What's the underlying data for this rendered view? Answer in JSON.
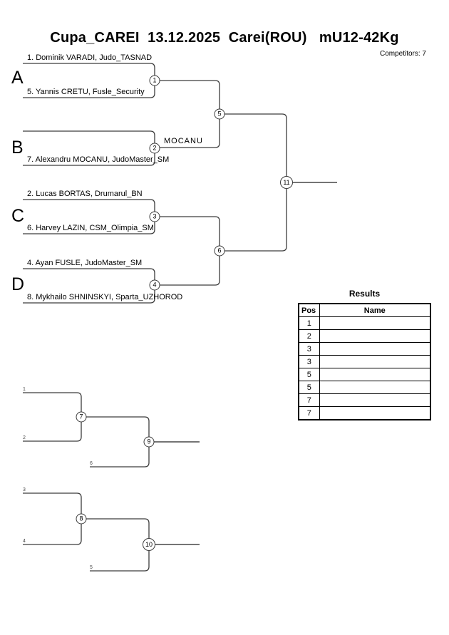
{
  "header": {
    "title": "Cupa_CAREI  13.12.2025  Carei(ROU)   mU12-42Kg",
    "competitors": "Competitors: 7"
  },
  "colors": {
    "line": "#3c3c3c",
    "text": "#000000"
  },
  "bracket": {
    "groups": [
      {
        "letter": "A",
        "top": "1. Dominik VARADI, Judo_TASNAD",
        "bottom": "5. Yannis CRETU, Fusle_Security"
      },
      {
        "letter": "B",
        "top": "",
        "bottom": "7. Alexandru MOCANU, JudoMaster_SM"
      },
      {
        "letter": "C",
        "top": "2. Lucas BORTAS, Drumarul_BN",
        "bottom": "6. Harvey LAZIN, CSM_Olimpia_SM"
      },
      {
        "letter": "D",
        "top": "4. Ayan FUSLE, JudoMaster_SM",
        "bottom": "8. Mykhailo SHNINSKYI, Sparta_UZHOROD"
      }
    ],
    "matches": {
      "c1": "1",
      "c2": "2",
      "c3": "3",
      "c4": "4",
      "c5": "5",
      "c6": "6",
      "c11": "11"
    },
    "winner_label": "MOCANU"
  },
  "repechage": {
    "matches": {
      "c7": "7",
      "c8": "8",
      "c9": "9",
      "c10": "10"
    },
    "refs": {
      "b1_top": "1",
      "b1_bottom": "2",
      "b1_low": "6",
      "b2_top": "3",
      "b2_bottom": "4",
      "b2_low": "5"
    }
  },
  "results": {
    "title": "Results",
    "columns": [
      "Pos",
      "Name"
    ],
    "rows": [
      {
        "pos": "1",
        "name": ""
      },
      {
        "pos": "2",
        "name": ""
      },
      {
        "pos": "3",
        "name": ""
      },
      {
        "pos": "3",
        "name": ""
      },
      {
        "pos": "5",
        "name": ""
      },
      {
        "pos": "5",
        "name": ""
      },
      {
        "pos": "7",
        "name": ""
      },
      {
        "pos": "7",
        "name": ""
      }
    ]
  }
}
